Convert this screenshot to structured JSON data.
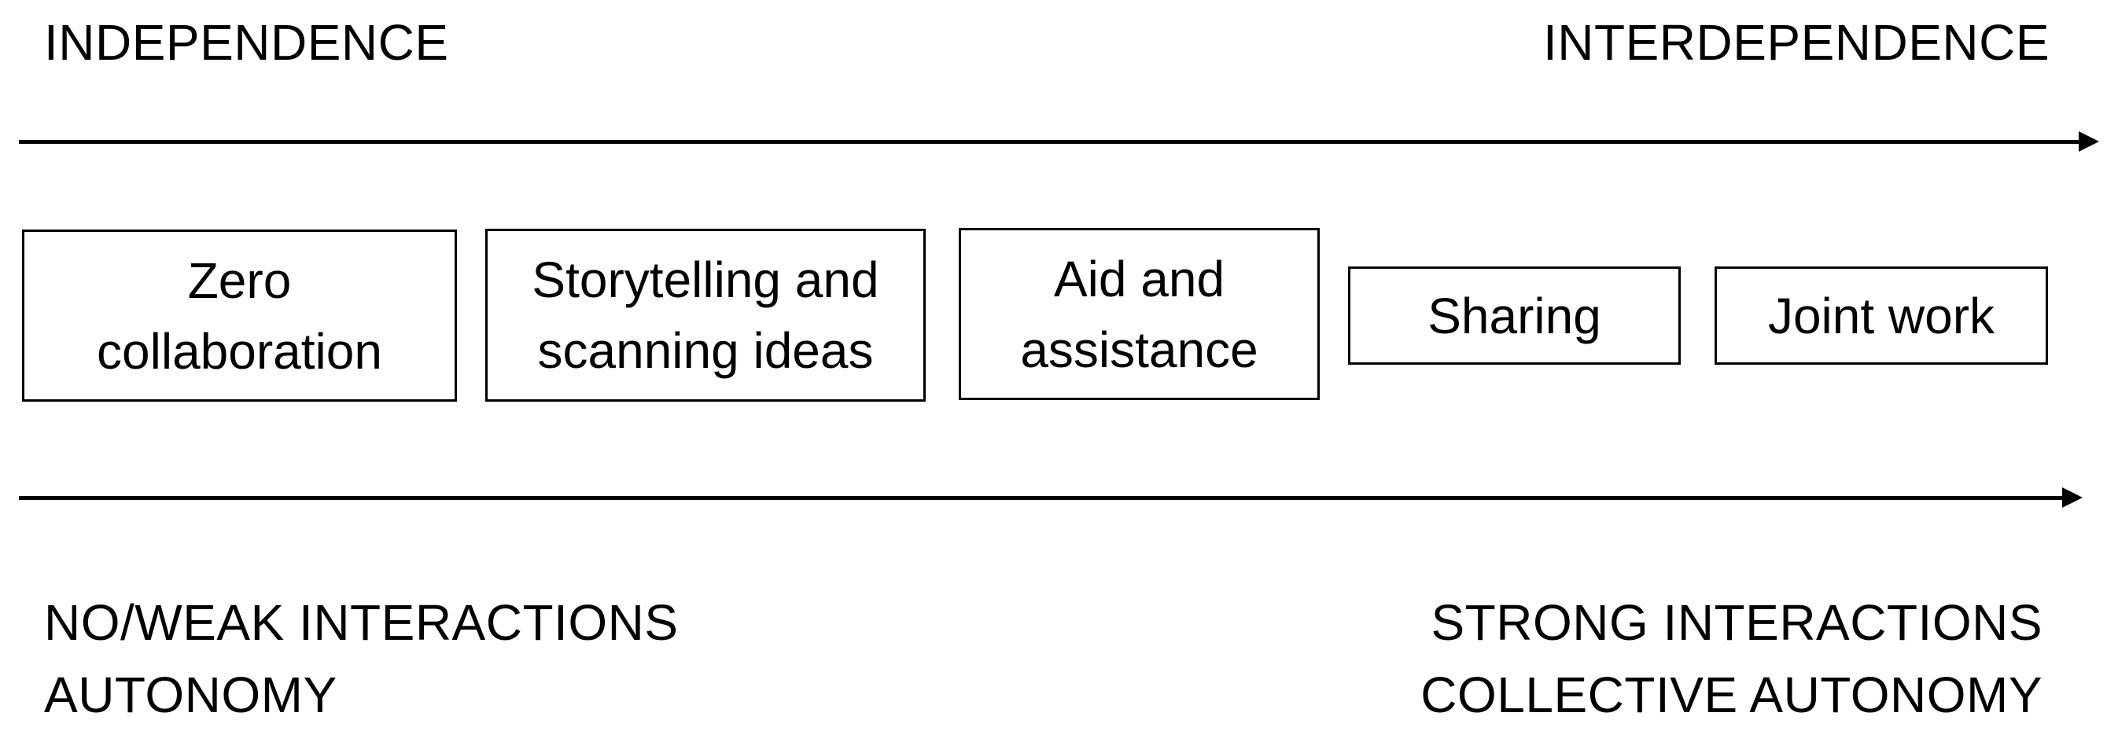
{
  "top_axis": {
    "left_label": "INDEPENDENCE",
    "right_label": "INTERDEPENDENCE"
  },
  "stages": [
    {
      "label": "Zero\ncollaboration"
    },
    {
      "label": "Storytelling and\nscanning ideas"
    },
    {
      "label": "Aid and\nassistance"
    },
    {
      "label": "Sharing"
    },
    {
      "label": "Joint work"
    }
  ],
  "bottom_axis": {
    "left_line1": "NO/WEAK INTERACTIONS",
    "left_line2": "AUTONOMY",
    "right_line1": "STRONG INTERACTIONS",
    "right_line2": "COLLECTIVE AUTONOMY"
  },
  "colors": {
    "stroke": "#000000",
    "background": "#ffffff"
  }
}
